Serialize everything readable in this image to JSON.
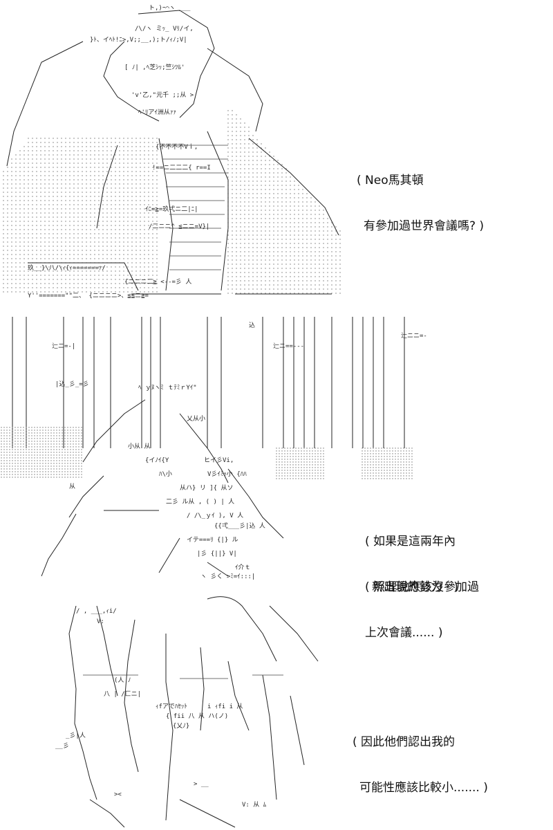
{
  "panels": [
    {
      "caption_lines": [
        "( Neo馬其頓",
        "有參加過世界會議嗎? )"
      ],
      "art": "ascii-art-two-figures"
    },
    {
      "caption_groups": [
        [
          "( 如果是這兩年內",
          "新出現的勢力 · )"
        ],
        [
          "( 照理說應該沒參加過",
          "上次會議...... )"
        ]
      ],
      "art": "ascii-art-figure-among-crowd"
    },
    {
      "caption_lines": [
        "( 因此他們認出我的",
        "可能性應該比較小....... )"
      ],
      "art": "ascii-art-girl-closeup"
    }
  ]
}
